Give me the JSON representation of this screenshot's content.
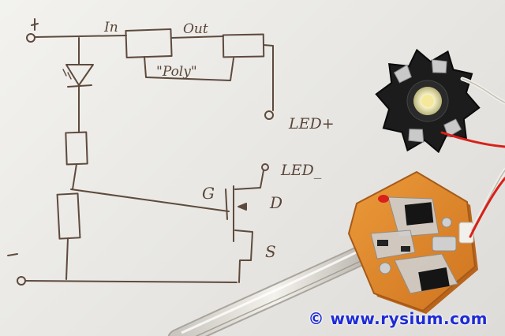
{
  "sketch": {
    "labels": {
      "in": "In",
      "out": "Out",
      "poly": "\"Poly\"",
      "led_plus": "LED+",
      "led_minus": "LED_",
      "gate": "G",
      "drain": "D",
      "source": "S"
    }
  },
  "watermark": {
    "text": "© www.rysium.com",
    "color": "#1e2bd6"
  },
  "colors": {
    "ink": "#5a4438",
    "pcb": "#e08a2c",
    "led_board": "#1c1c1c",
    "wire_red": "#d8201a"
  }
}
